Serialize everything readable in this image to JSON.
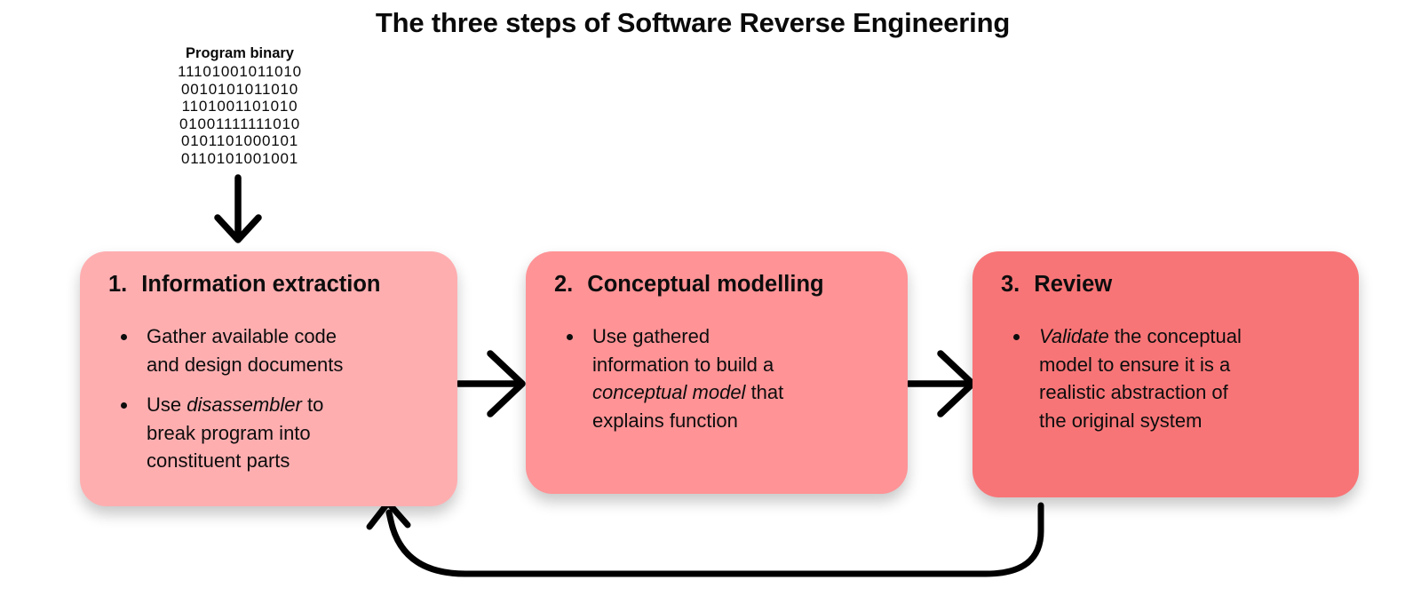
{
  "title": "The three steps of Software Reverse Engineering",
  "colors": {
    "background": "#ffffff",
    "text": "#0d0d0d",
    "arrow": "#000000",
    "box_information_extraction": "#ffaeb0",
    "box_conceptual_modelling": "#ff9396",
    "box_review": "#f87577"
  },
  "binary_block": {
    "label": "Program binary",
    "lines": [
      "11101001011010",
      "0010101011010",
      "1101001101010",
      "01001111111010",
      "0101101000101",
      "0110101001001"
    ]
  },
  "steps": [
    {
      "number": "1.",
      "heading": "Information extraction",
      "color": "#ffaeb0",
      "bullets": [
        {
          "lines": [
            [
              {
                "t": "Gather available code"
              }
            ],
            [
              {
                "t": "and design documents"
              }
            ]
          ]
        },
        {
          "lines": [
            [
              {
                "t": "Use "
              },
              {
                "t": "disassembler",
                "i": true
              },
              {
                "t": " to"
              }
            ],
            [
              {
                "t": "break program into"
              }
            ],
            [
              {
                "t": "constituent parts"
              }
            ]
          ]
        }
      ]
    },
    {
      "number": "2.",
      "heading": "Conceptual modelling",
      "color": "#ff9396",
      "bullets": [
        {
          "lines": [
            [
              {
                "t": "Use gathered"
              }
            ],
            [
              {
                "t": "information to build a"
              }
            ],
            [
              {
                "t": "conceptual model",
                "i": true
              },
              {
                "t": " that"
              }
            ],
            [
              {
                "t": "explains function"
              }
            ]
          ]
        }
      ]
    },
    {
      "number": "3.",
      "heading": "Review",
      "color": "#f87577",
      "bullets": [
        {
          "lines": [
            [
              {
                "t": "Validate",
                "i": true
              },
              {
                "t": " the conceptual"
              }
            ],
            [
              {
                "t": "model to ensure it is a"
              }
            ],
            [
              {
                "t": "realistic abstraction of"
              }
            ],
            [
              {
                "t": "the original system"
              }
            ]
          ]
        }
      ]
    }
  ],
  "arrows": {
    "down_arrow": "binary-to-step1",
    "right_arrow_1": "step1-to-step2",
    "right_arrow_2": "step2-to-step3",
    "loop_arrow": "step3-back-to-step1"
  }
}
